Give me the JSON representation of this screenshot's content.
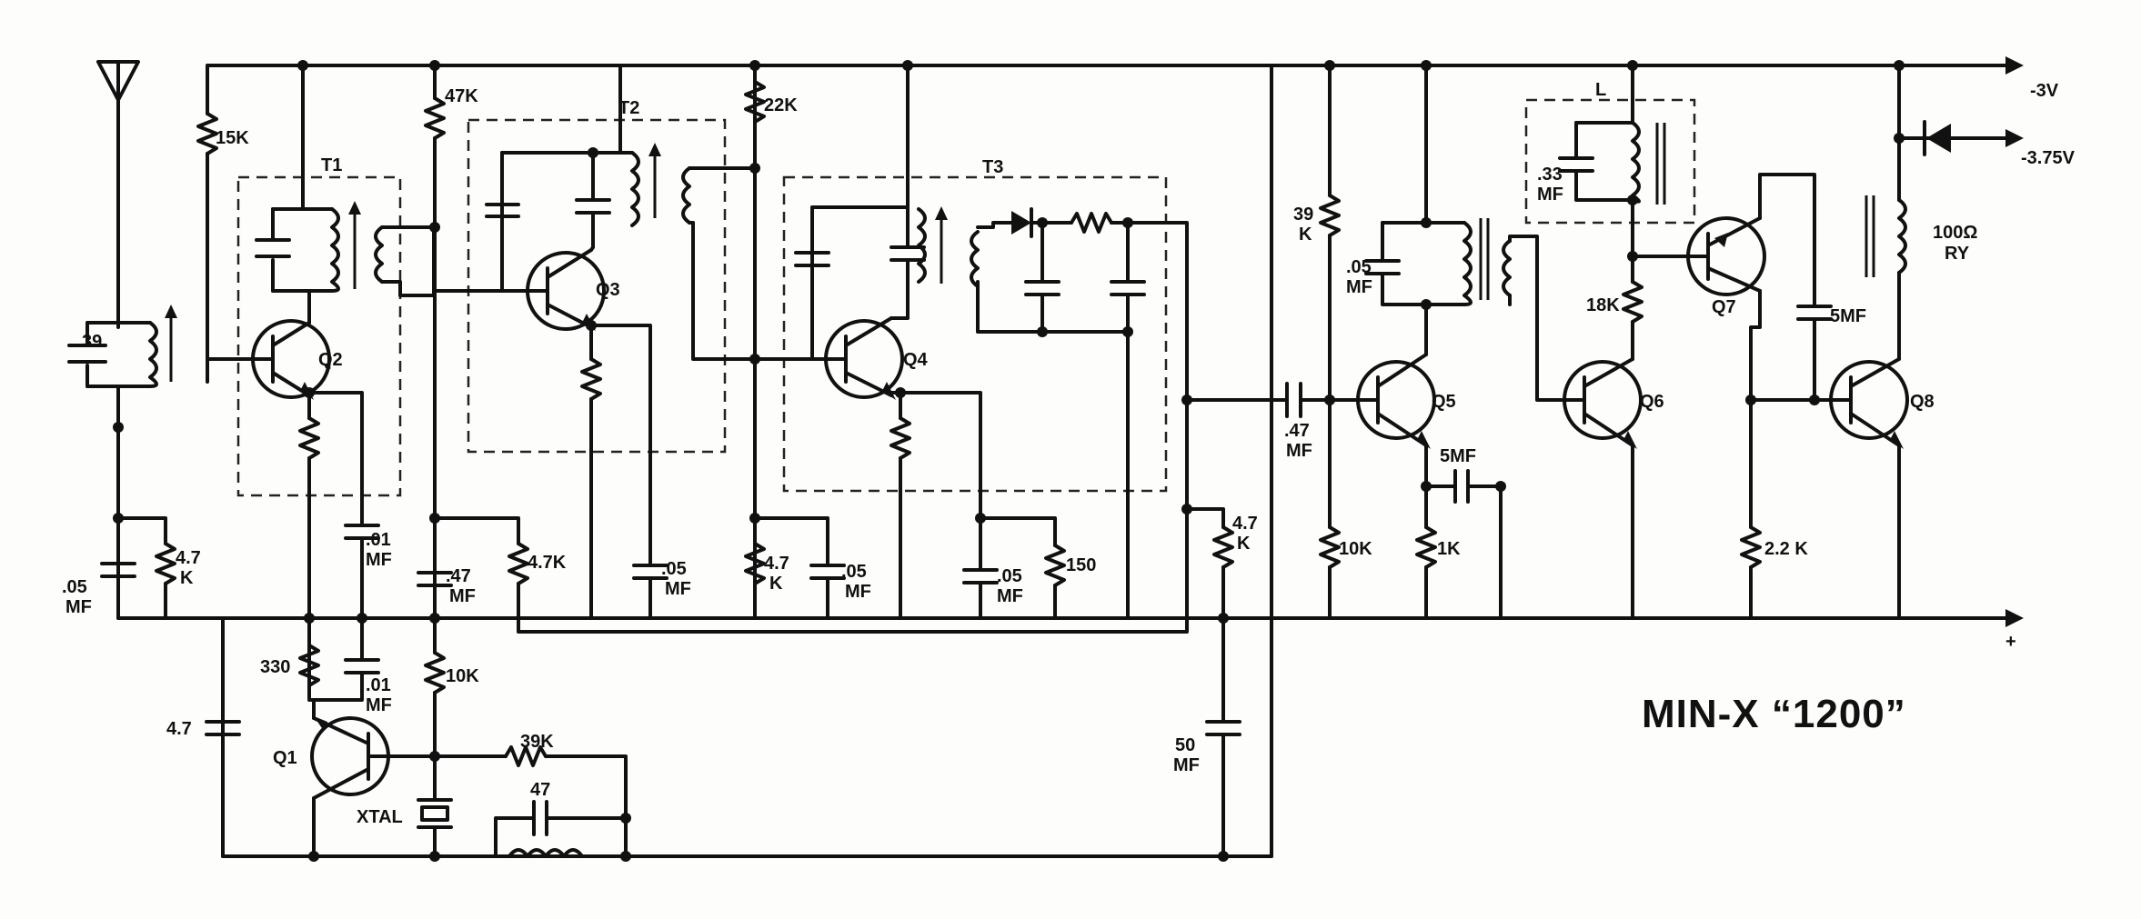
{
  "title": "MIN-X “1200”",
  "rails": {
    "negative": "-3V",
    "regulated": "-3.75V",
    "positive": "+"
  },
  "labels": {
    "t1": "T1",
    "t2": "T2",
    "t3": "T3",
    "l": "L",
    "q1": "Q1",
    "q2": "Q2",
    "q3": "Q3",
    "q4": "Q4",
    "q5": "Q5",
    "q6": "Q6",
    "q7": "Q7",
    "q8": "Q8",
    "r15k": "15K",
    "r47k": "47K",
    "r22k": "22K",
    "c39": "39",
    "c05a_1": ".05",
    "c05a_2": "MF",
    "r47a_1": "4.7",
    "r47a_2": "K",
    "c01a_1": ".01",
    "c01a_2": "MF",
    "c47a_1": ".47",
    "c47a_2": "MF",
    "r47b": "4.7K",
    "c05b_1": ".05",
    "c05b_2": "MF",
    "r47c_1": "4.7",
    "r47c_2": "K",
    "c05c_1": ".05",
    "c05c_2": "MF",
    "c05d_1": ".05",
    "c05d_2": "MF",
    "r150": "150",
    "r47d_1": "4.7",
    "r47d_2": "K",
    "r39k_1": "39",
    "r39k_2": "K",
    "c05e_1": ".05",
    "c05e_2": "MF",
    "c47b_1": ".47",
    "c47b_2": "MF",
    "c5mf_a": "5MF",
    "r10k_a": "10K",
    "r1k": "1K",
    "c33_1": ".33",
    "c33_2": "MF",
    "r18k": "18K",
    "c5mf_b": "5MF",
    "r22k_b": "2.2 K",
    "ry_1": "100Ω",
    "ry_2": "RY",
    "r330": "330",
    "c01b_1": ".01",
    "c01b_2": "MF",
    "c47c": "4.7",
    "r10k_b": "10K",
    "r39k_b": "39K",
    "c47pf": "47",
    "xtal": "XTAL",
    "c50_1": "50",
    "c50_2": "MF"
  }
}
